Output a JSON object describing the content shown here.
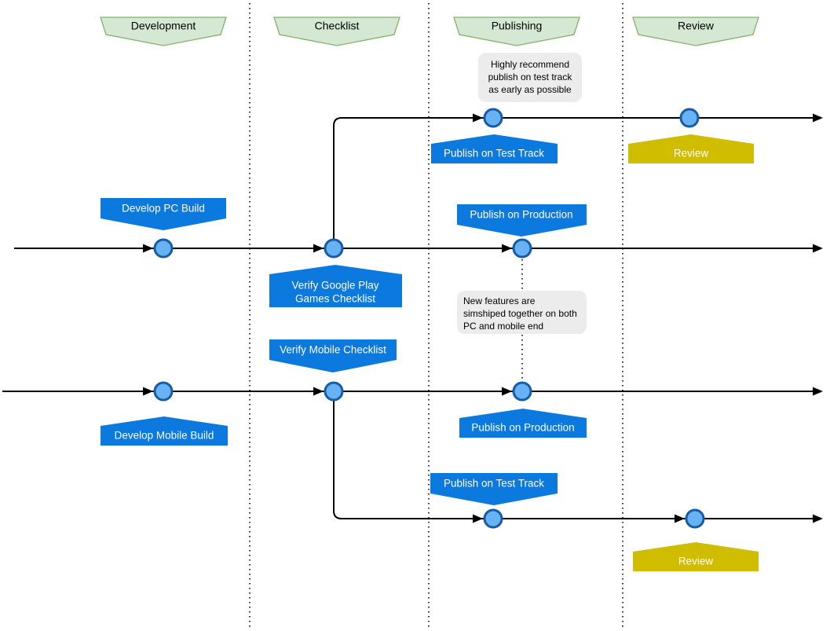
{
  "diagram": {
    "lanes": {
      "development": "Development",
      "checklist": "Checklist",
      "publishing": "Publishing",
      "review": "Review"
    },
    "tasks": {
      "develop_pc": "Develop PC Build",
      "develop_mobile": "Develop Mobile Build",
      "verify_gpg": [
        "Verify Google Play",
        "Games Checklist"
      ],
      "verify_mobile": "Verify Mobile Checklist",
      "publish_test_track_top": "Publish on Test Track",
      "publish_test_track_bottom": "Publish on Test Track",
      "publish_production_top": "Publish on Production",
      "publish_production_bottom": "Publish on Production",
      "review_top": "Review",
      "review_bottom": "Review"
    },
    "notes": {
      "test_track": [
        "Highly recommend",
        "publish on test track",
        "as early as possible"
      ],
      "simship": [
        "New features are",
        "simshiped together on both",
        "PC and mobile end"
      ]
    },
    "colors": {
      "task_fill": "#0b79dd",
      "review_fill": "#d0bd00",
      "lane_header_fill": "#d5e8d4",
      "lane_header_stroke": "#82b366",
      "milestone_fill": "#66b2f2",
      "milestone_stroke": "#175ca6",
      "note_fill": "#ececec",
      "line_color": "#000000"
    }
  }
}
